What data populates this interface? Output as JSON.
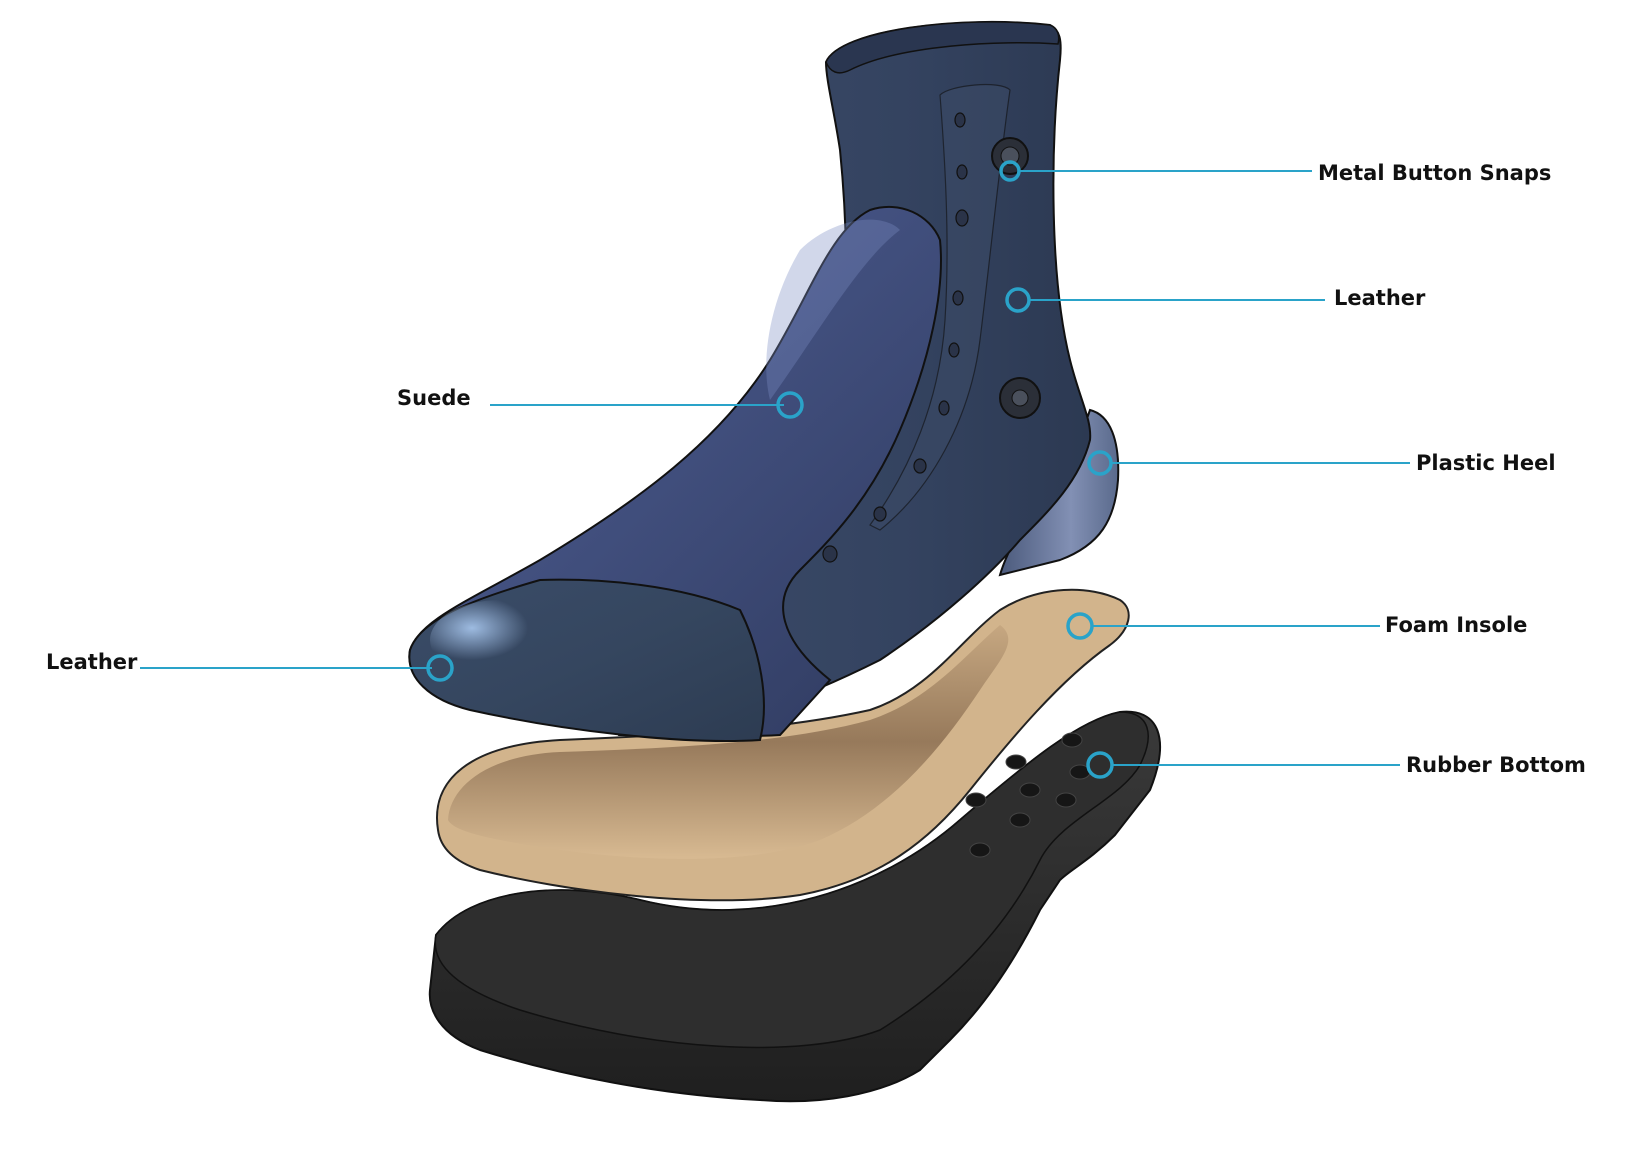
{
  "diagram": {
    "accent_color": "#2aa3c9",
    "labels": {
      "metal_button_snaps": "Metal Button Snaps",
      "leather_upper": "Leather",
      "suede": "Suede",
      "plastic_heel": "Plastic Heel",
      "foam_insole": "Foam Insole",
      "leather_toe": "Leather",
      "rubber_bottom": "Rubber Bottom"
    },
    "colors": {
      "upper_leather": "#3b4a66",
      "suede": "#44527e",
      "foam_insole": "#d2b48c",
      "rubber_bottom": "#2b2b2b",
      "heel": "#5a6a8c"
    }
  }
}
